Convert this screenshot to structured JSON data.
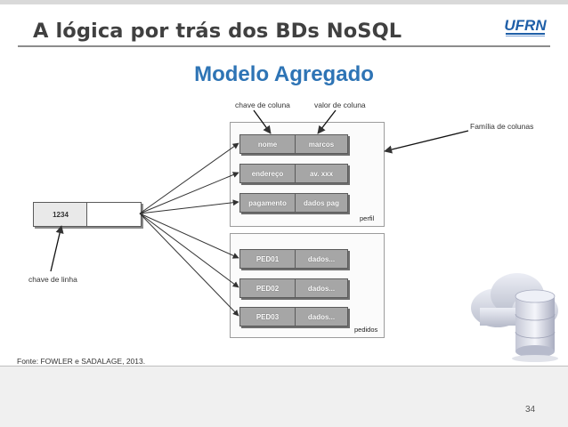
{
  "slide": {
    "title": "A lógica por trás dos BDs NoSQL",
    "subtitle": "Modelo Agregado",
    "page_number": "34",
    "source": "Fonte: FOWLER e  SADALAGE, 2013."
  },
  "logo": {
    "text": "UFRN",
    "name": "ufrn-logo"
  },
  "diagram": {
    "annotations": {
      "column_key": "chave de coluna",
      "column_value": "valor de coluna",
      "column_family": "Família de colunas",
      "row_key": "chave de linha"
    },
    "row": {
      "key": "1234",
      "value": ""
    },
    "groups": [
      {
        "label": "perfil",
        "rows": [
          {
            "key": "nome",
            "value": "marcos"
          },
          {
            "key": "endereço",
            "value": "av. xxx"
          },
          {
            "key": "pagamento",
            "value": "dados pag"
          }
        ]
      },
      {
        "label": "pedidos",
        "rows": [
          {
            "key": "PED01",
            "value": "dados..."
          },
          {
            "key": "PED02",
            "value": "dados..."
          },
          {
            "key": "PED03",
            "value": "dados..."
          }
        ]
      }
    ]
  },
  "colors": {
    "title": "#404040",
    "subtitle": "#2e74b5",
    "cell": "#a6a6a6",
    "logo_blue": "#1f5fa8"
  }
}
